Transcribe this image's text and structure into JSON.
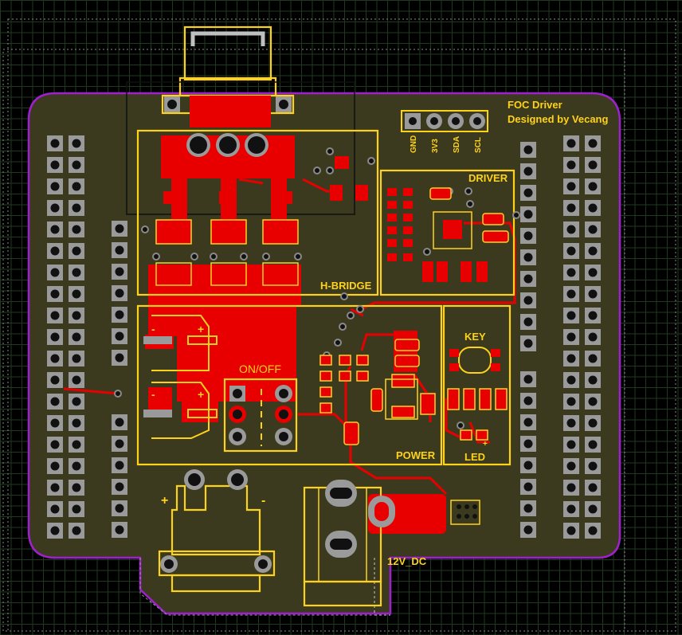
{
  "header": {
    "title_line1": "FOC Driver",
    "title_line2": "Designed by Vecang"
  },
  "header_pins": [
    "GND",
    "3V3",
    "SDA",
    "SCL"
  ],
  "sections": {
    "hbridge": "H-BRIDGE",
    "driver": "DRIVER",
    "power": "POWER",
    "key": "KEY",
    "led": "LED"
  },
  "labels": {
    "on_off": "ON/OFF",
    "dc_jack": "12V_DC",
    "plus": "+",
    "minus": "-"
  },
  "colors": {
    "board": "#3b3a1f",
    "outline": "#a020d0",
    "silkscreen": "#ffd21a",
    "copper": "#e80000",
    "pad": "#9a9a9a",
    "grid": "#1f3a1f"
  }
}
